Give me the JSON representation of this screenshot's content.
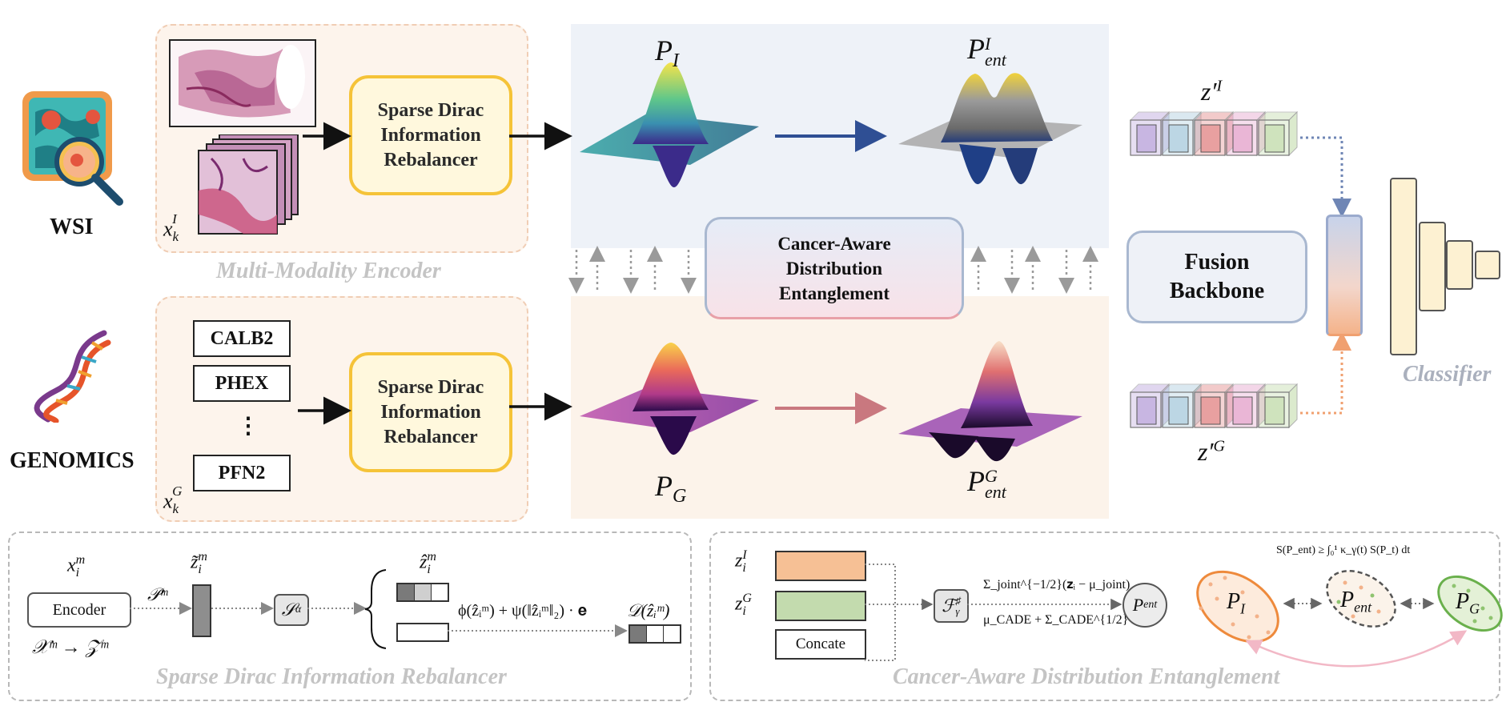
{
  "inputs": {
    "wsi_label": "WSI",
    "genomics_label": "GENOMICS",
    "genes": [
      "CALB2",
      "PHEX",
      "⋮",
      "PFN2"
    ],
    "x_image": "x",
    "x_image_sub": "k",
    "x_image_sup": "I",
    "x_genomic": "x",
    "x_genomic_sub": "k",
    "x_genomic_sup": "G"
  },
  "encoder": {
    "caption": "Multi-Modality Encoder",
    "rebalancer_top": "Sparse Dirac\nInformation\nRebalancer",
    "rebalancer_bottom": "Sparse Dirac\nInformation\nRebalancer"
  },
  "distributions": {
    "p_image": "P",
    "p_image_sub": "I",
    "p_ent_image": "P",
    "p_ent_image_sup": "I",
    "p_ent_image_sub": "ent",
    "p_genomic": "P",
    "p_genomic_sub": "G",
    "p_ent_genomic": "P",
    "p_ent_genomic_sup": "G",
    "p_ent_genomic_sub": "ent",
    "entanglement_box": "Cancer-Aware\nDistribution\nEntanglement"
  },
  "fusion": {
    "z_image": "z′",
    "z_image_sup": "I",
    "z_genomic": "z′",
    "z_genomic_sup": "G",
    "backbone": "Fusion\nBackbone",
    "classifier": "Classifier",
    "token_colors": [
      "#c8b6e2",
      "#bcd6e4",
      "#e8a0a0",
      "#eab6d6",
      "#cfe3bd"
    ]
  },
  "sdir_panel": {
    "caption": "Sparse Dirac Information Rebalancer",
    "x_label": "x",
    "x_sub": "i",
    "x_sup": "m",
    "encoder_label": "Encoder",
    "mapping": "𝒳ᵐ → 𝒵ᵐ",
    "p_label": "𝒫ᵐ",
    "z_tilde": "z̃",
    "z_tilde_sub": "i",
    "z_tilde_sup": "m",
    "s_alpha": "𝒮",
    "s_alpha_sub": "α",
    "z_hat": "ẑ",
    "z_hat_sub": "i",
    "z_hat_sup": "m",
    "formula": "ϕ(ẑᵢᵐ) + ψ(‖ẑᵢᵐ‖₂) · 𝐞",
    "d_label": "𝒟(ẑᵢᵐ)"
  },
  "cade_panel": {
    "caption": "Cancer-Aware Distribution Entanglement",
    "z_image": "z",
    "z_image_sub": "i",
    "z_image_sup": "I",
    "z_genomic": "z",
    "z_genomic_sub": "i",
    "z_genomic_sup": "G",
    "concat_label": "Concate",
    "f_label": "ℱ",
    "f_sup": "♯",
    "f_sub": "γ",
    "formula_top": "Σ_joint^{−1/2}(𝐳ᵢ − μ_joint)",
    "formula_bottom": "μ_CADE + Σ_CADE^{1/2} z̃ᵢ",
    "p_ent": "P",
    "p_ent_sub": "ent",
    "inequality": "S(P_ent) ≥ ∫₀¹ κ_γ(t) S(P_t) dt",
    "ellipse_image": "P",
    "ellipse_image_sub": "I",
    "ellipse_ent": "P",
    "ellipse_ent_sub": "ent",
    "ellipse_genomic": "P",
    "ellipse_genomic_sub": "G"
  },
  "colors": {
    "image_bg": "#eef2f8",
    "genomic_bg": "#fcf3ea",
    "encoder_border": "#f0cdb4",
    "rebalancer_border": "#f5c338",
    "entangle_border": "#e8a0a8",
    "fusion_border": "#a9b8d0",
    "arrow_blue": "#2f4f94",
    "arrow_pink": "#c9787f",
    "ellipse_orange": "#ee8a3c",
    "ellipse_green": "#6ab04c"
  }
}
